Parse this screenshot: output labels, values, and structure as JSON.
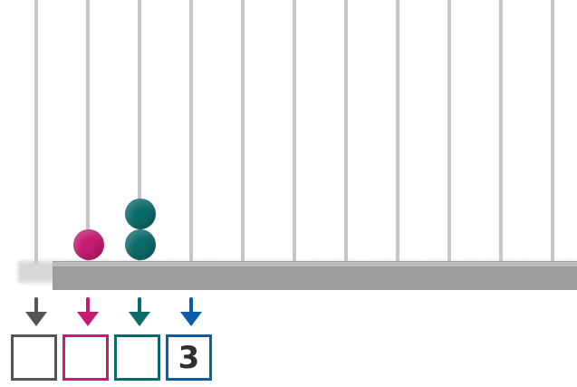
{
  "abacus": {
    "rod_count": 11,
    "columns": [
      {
        "name": "column-1",
        "color": "#555555",
        "beads": 0,
        "value": ""
      },
      {
        "name": "column-2",
        "color": "#c51b70",
        "beads": 1,
        "value": ""
      },
      {
        "name": "column-3",
        "color": "#0b6b6a",
        "beads": 2,
        "value": ""
      },
      {
        "name": "column-4",
        "color": "#0d5ca8",
        "beads": 0,
        "value": "3"
      }
    ],
    "rod_color": "#c6c6c6",
    "base_color": "#9d9d9d"
  }
}
